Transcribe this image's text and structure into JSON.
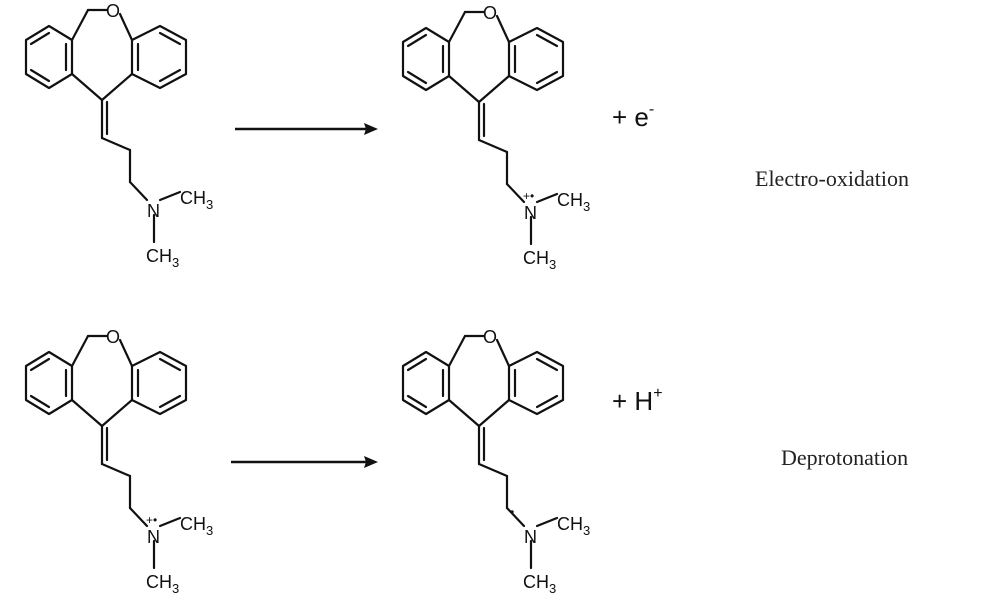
{
  "reactions": [
    {
      "label": "Electro-oxidation",
      "byproduct": {
        "main": "+ e",
        "sup": "-"
      },
      "reactant": {
        "O": "O",
        "N": "N",
        "Nsup": "",
        "CH": "CH",
        "sub3": "3"
      },
      "product": {
        "O": "O",
        "N": "N",
        "Nsup": "+•",
        "CH": "CH",
        "sub3": "3",
        "radical": ""
      }
    },
    {
      "label": "Deprotonation",
      "byproduct": {
        "main": "+ H",
        "sup": "+"
      },
      "reactant": {
        "O": "O",
        "N": "N",
        "Nsup": "+•",
        "CH": "CH",
        "sub3": "3"
      },
      "product": {
        "O": "O",
        "N": "N",
        "Nsup": "",
        "CH": "CH",
        "sub3": "3",
        "radical": "•"
      }
    }
  ]
}
